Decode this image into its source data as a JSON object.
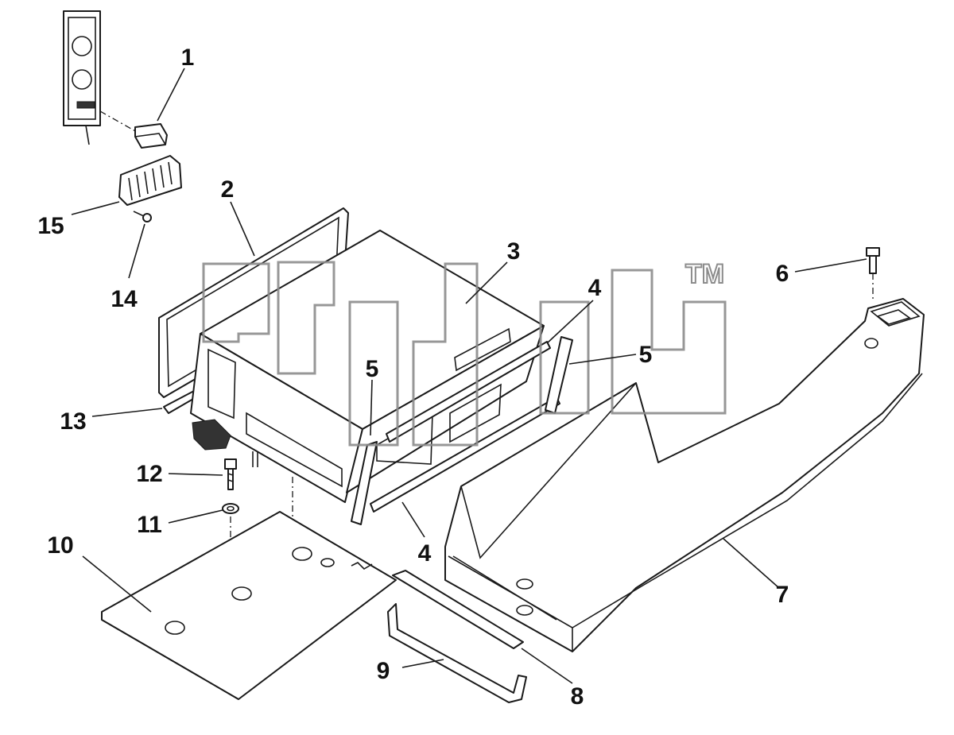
{
  "callouts": [
    {
      "id": "1",
      "label": "1"
    },
    {
      "id": "2",
      "label": "2"
    },
    {
      "id": "3",
      "label": "3"
    },
    {
      "id": "4a",
      "label": "4"
    },
    {
      "id": "4b",
      "label": "4"
    },
    {
      "id": "5a",
      "label": "5"
    },
    {
      "id": "5b",
      "label": "5"
    },
    {
      "id": "6",
      "label": "6"
    },
    {
      "id": "7",
      "label": "7"
    },
    {
      "id": "8",
      "label": "8"
    },
    {
      "id": "9",
      "label": "9"
    },
    {
      "id": "10",
      "label": "10"
    },
    {
      "id": "11",
      "label": "11"
    },
    {
      "id": "12",
      "label": "12"
    },
    {
      "id": "13",
      "label": "13"
    },
    {
      "id": "14",
      "label": "14"
    },
    {
      "id": "15",
      "label": "15"
    }
  ],
  "watermark": {
    "tm": "TM"
  },
  "colors": {
    "line": "#1a1a1a",
    "watermark": "#8c8c8c",
    "background": "#ffffff"
  }
}
